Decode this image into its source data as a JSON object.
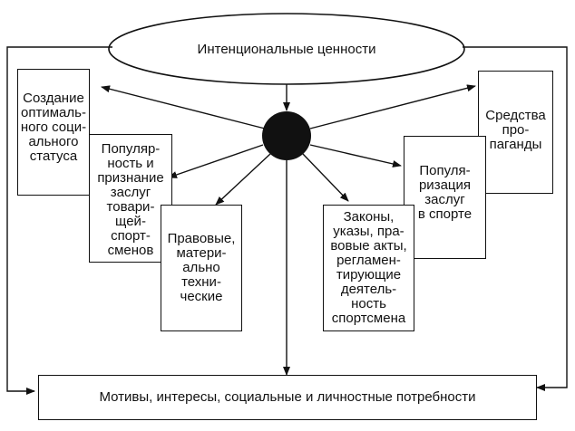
{
  "top": {
    "label": "Интенциональные ценности"
  },
  "bottom": {
    "label": "Мотивы, интересы, социальные и личностные потребности"
  },
  "left_boxes": [
    {
      "label": "Создание\nоптималь-\nного соци-\nального\nстатуса"
    },
    {
      "label": "Популяр-\nность и\nпризнание\nзаслуг\nтовари-\nщей-\nспорт-\nсменов"
    },
    {
      "label": "Правовые,\nматери-\nально\nтехни-\nческие"
    }
  ],
  "right_boxes": [
    {
      "label": "Средства\nпро-\nпаганды"
    },
    {
      "label": "Популя-\nризация\nзаслуг\nв спорте"
    },
    {
      "label": "Законы,\nуказы, пра-\nвовые акты,\nрегламен-\nтирующие\nдеятель-\nность\nспортсмена"
    }
  ],
  "colors": {
    "stroke": "#111111",
    "background": "#ffffff",
    "node_fill": "#111111"
  }
}
